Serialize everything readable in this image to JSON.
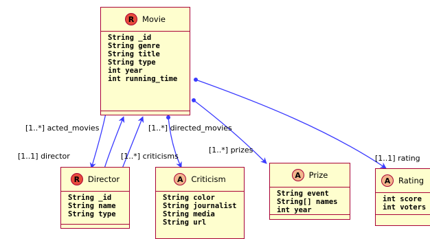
{
  "classes": {
    "movie": {
      "stereotype": "R",
      "name": "Movie",
      "fields": [
        "String _id",
        "String genre",
        "String title",
        "String type",
        "int year",
        "int running_time"
      ]
    },
    "director": {
      "stereotype": "R",
      "name": "Director",
      "fields": [
        "String _id",
        "String name",
        "String type"
      ]
    },
    "criticism": {
      "stereotype": "A",
      "name": "Criticism",
      "fields": [
        "String color",
        "String journalist",
        "String media",
        "String url"
      ]
    },
    "prize": {
      "stereotype": "A",
      "name": "Prize",
      "fields": [
        "String event",
        "String[] names",
        "int year"
      ]
    },
    "rating": {
      "stereotype": "A",
      "name": "Rating",
      "fields": [
        "int score",
        "int voters"
      ]
    }
  },
  "relations": {
    "acted_movies": "[1..*] acted_movies",
    "director": "[1..1] director",
    "criticisms": "[1..*] criticisms",
    "directed_movies": "[1..*] directed_movies",
    "prizes": "[1..*] prizes",
    "rating": "[1..1] rating"
  },
  "colors": {
    "box_fill": "#FEFECE",
    "box_border": "#A80036",
    "edge": "#3A3AFF",
    "stereo_R": "#E74C3C",
    "stereo_A": "#F2B58C"
  }
}
